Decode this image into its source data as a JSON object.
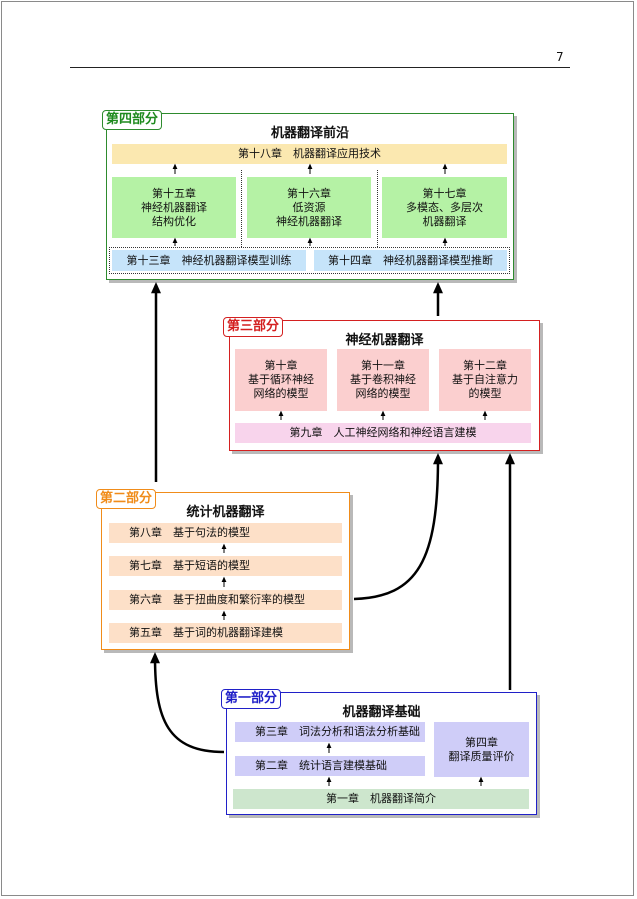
{
  "page_number": "7",
  "part4": {
    "tag": "第四部分",
    "title": "机器翻译前沿",
    "ch18": "第十八章　机器翻译应用技术",
    "ch15": "第十五章\n神经机器翻译\n结构优化",
    "ch16": "第十六章\n低资源\n神经机器翻译",
    "ch17": "第十七章\n多模态、多层次\n机器翻译",
    "ch13": "第十三章　神经机器翻译模型训练",
    "ch14": "第十四章　神经机器翻译模型推断"
  },
  "part3": {
    "tag": "第三部分",
    "title": "神经机器翻译",
    "ch10": "第十章\n基于循环神经\n网络的模型",
    "ch11": "第十一章\n基于卷积神经\n网络的模型",
    "ch12": "第十二章\n基于自注意力\n的模型",
    "ch9": "第九章　人工神经网络和神经语言建模"
  },
  "part2": {
    "tag": "第二部分",
    "title": "统计机器翻译",
    "ch8": "第八章　基于句法的模型",
    "ch7": "第七章　基于短语的模型",
    "ch6": "第六章　基于扭曲度和繁衍率的模型",
    "ch5": "第五章　基于词的机器翻译建模"
  },
  "part1": {
    "tag": "第一部分",
    "title": "机器翻译基础",
    "ch3": "第三章　词法分析和语法分析基础",
    "ch2": "第二章　统计语言建模基础",
    "ch4": "第四章\n翻译质量评价",
    "ch1": "第一章　机器翻译简介"
  },
  "colors": {
    "part4": "#2e8b2e",
    "part3": "#d42020",
    "part2": "#f08c1a",
    "part1": "#2020c8"
  }
}
